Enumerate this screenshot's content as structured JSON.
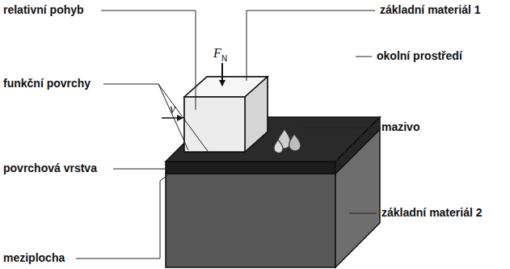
{
  "diagram": {
    "labels": [
      "relativní pohyb",
      "funkční povrchy",
      "povrchová vrstva",
      "meziplocha",
      "základní materiál 1",
      "okolní prostředí",
      "mazivo",
      "základní materiál 2",
      "F",
      "N",
      "v"
    ]
  }
}
